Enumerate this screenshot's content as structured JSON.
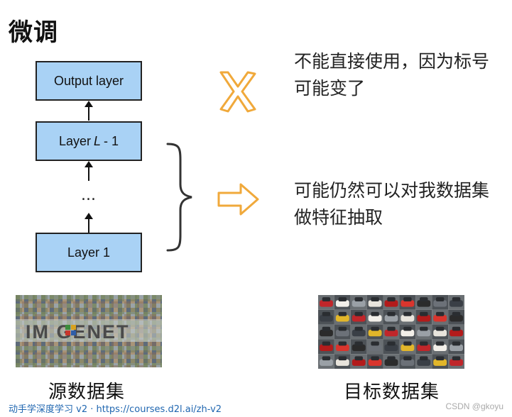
{
  "slide": {
    "title": "微调"
  },
  "network": {
    "output_label": "Output layer",
    "layer_l_prefix": "Layer",
    "layer_l_var": "L",
    "layer_l_suffix": "- 1",
    "ellipsis": "...",
    "layer1_label": "Layer 1",
    "box_color": "#a9d2f5"
  },
  "notes": {
    "x_mark_icon": "cross-icon",
    "x_text": "不能直接使用，因为标号可能变了",
    "arrow_icon": "right-arrow-icon",
    "arrow_text": "可能仍然可以对我数据集做特征抽取",
    "accent": "#f0a93b"
  },
  "images": {
    "source_logo_text": "IM  GENET",
    "source_caption": "源数据集",
    "target_caption": "目标数据集"
  },
  "footer": {
    "course": "动手学深度学习 v2 · ",
    "url": "https://courses.d2l.ai/zh-v2"
  },
  "watermark": "CSDN @gkoyu"
}
